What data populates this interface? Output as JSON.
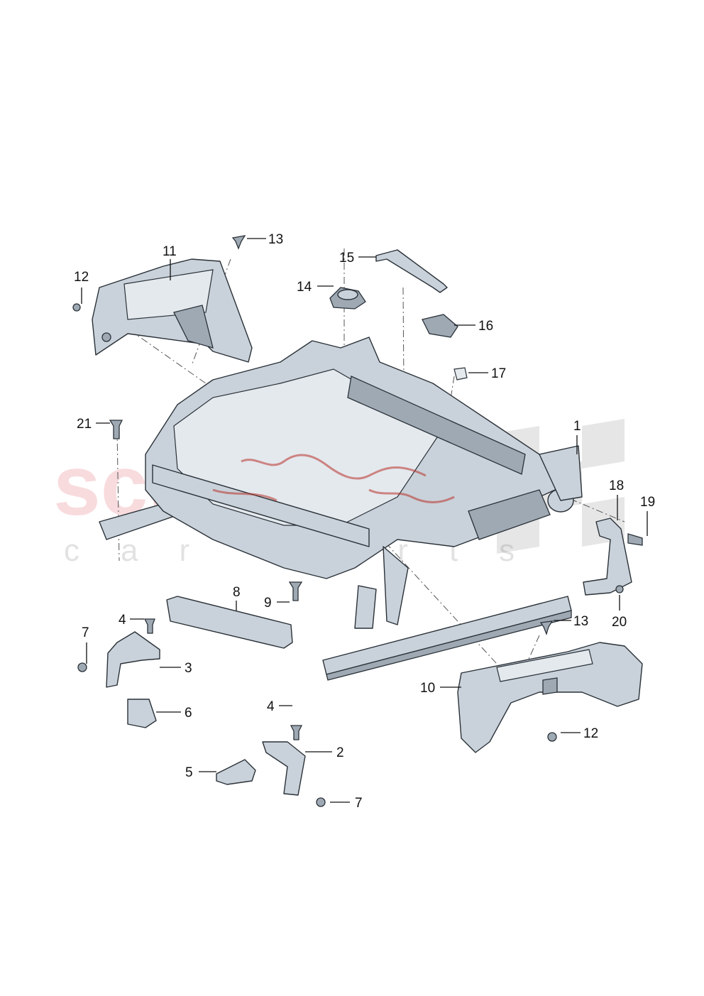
{
  "watermark": {
    "main_text": "scuderia",
    "sub_text": "car parts",
    "color": "#f2b9bd"
  },
  "callouts": [
    {
      "id": "c1",
      "label": "1"
    },
    {
      "id": "c2",
      "label": "2"
    },
    {
      "id": "c3",
      "label": "3"
    },
    {
      "id": "c4a",
      "label": "4"
    },
    {
      "id": "c4b",
      "label": "4"
    },
    {
      "id": "c5",
      "label": "5"
    },
    {
      "id": "c6",
      "label": "6"
    },
    {
      "id": "c7a",
      "label": "7"
    },
    {
      "id": "c7b",
      "label": "7"
    },
    {
      "id": "c8",
      "label": "8"
    },
    {
      "id": "c9",
      "label": "9"
    },
    {
      "id": "c10",
      "label": "10"
    },
    {
      "id": "c11",
      "label": "11"
    },
    {
      "id": "c12a",
      "label": "12"
    },
    {
      "id": "c12b",
      "label": "12"
    },
    {
      "id": "c13a",
      "label": "13"
    },
    {
      "id": "c13b",
      "label": "13"
    },
    {
      "id": "c14",
      "label": "14"
    },
    {
      "id": "c15",
      "label": "15"
    },
    {
      "id": "c16",
      "label": "16"
    },
    {
      "id": "c17",
      "label": "17"
    },
    {
      "id": "c18",
      "label": "18"
    },
    {
      "id": "c19",
      "label": "19"
    },
    {
      "id": "c20",
      "label": "20"
    },
    {
      "id": "c21",
      "label": "21"
    }
  ]
}
